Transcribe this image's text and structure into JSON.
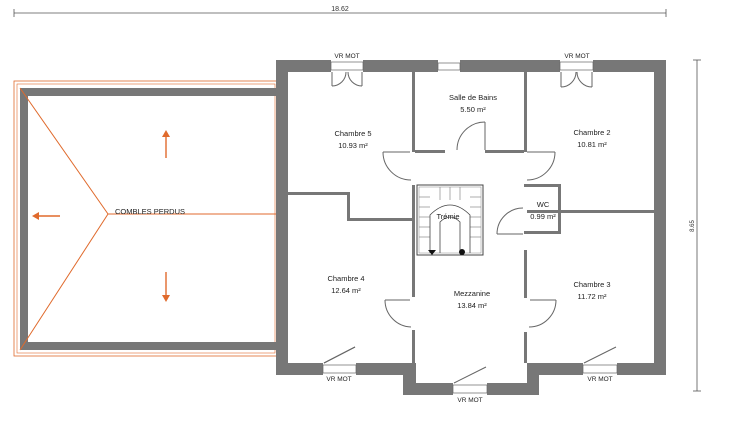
{
  "dimensions": {
    "width_label": "18.62",
    "height_label": "8.65"
  },
  "attic": {
    "label": "COMBLES PERDUS",
    "accent_color": "#e06a2c"
  },
  "rooms": [
    {
      "name": "Chambre 5",
      "area": "10.93 m²"
    },
    {
      "name": "Salle de Bains",
      "area": "5.50 m²"
    },
    {
      "name": "Chambre 2",
      "area": "10.81 m²"
    },
    {
      "name": "WC",
      "area": "0.99 m²"
    },
    {
      "name": "Trémie",
      "area": ""
    },
    {
      "name": "Chambre 4",
      "area": "12.64 m²"
    },
    {
      "name": "Mezzanine",
      "area": "13.84 m²"
    },
    {
      "name": "Chambre 3",
      "area": "11.72 m²"
    }
  ],
  "windows": [
    "VR MOT",
    "VR MOT",
    "VR MOT",
    "VR MOT",
    "VR MOT"
  ],
  "colors": {
    "wall": "#777777",
    "background": "#ffffff"
  }
}
